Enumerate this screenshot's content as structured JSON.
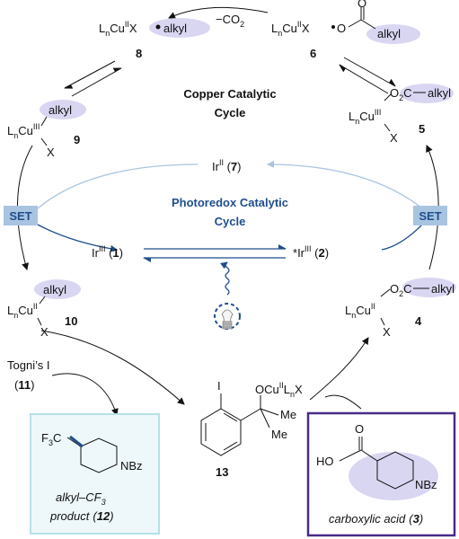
{
  "copper_cycle": {
    "title_line1": "Copper Catalytic",
    "title_line2": "Cycle"
  },
  "photoredox_cycle": {
    "title_line1": "Photoredox Catalytic",
    "title_line2": "Cycle"
  },
  "set_left": "SET",
  "set_right": "SET",
  "co2_loss": "−CO",
  "co2_loss_sub": "2",
  "compounds": {
    "c8": {
      "main": "L",
      "sub_n": "n",
      "cu": "Cu",
      "ox": "II",
      "x": "X",
      "radical": "alkyl",
      "number": "8"
    },
    "c6": {
      "main": "L",
      "sub_n": "n",
      "cu": "Cu",
      "ox": "II",
      "x": "X",
      "o": "O",
      "carbonyl_o": "O",
      "alkyl": "alkyl",
      "number": "6"
    },
    "c5": {
      "o2c": "O",
      "o2c_sub": "2",
      "c": "C",
      "alkyl": "alkyl",
      "main": "L",
      "sub_n": "n",
      "cu": "Cu",
      "ox": "III",
      "x": "X",
      "number": "5"
    },
    "c9": {
      "alkyl": "alkyl",
      "main": "L",
      "sub_n": "n",
      "cu": "Cu",
      "ox": "III",
      "x": "X",
      "number": "9"
    },
    "c7": {
      "ir": "Ir",
      "ox": "II",
      "number": "7"
    },
    "c1": {
      "ir": "Ir",
      "ox": "III",
      "number": "1"
    },
    "c2": {
      "star": "*",
      "ir": "Ir",
      "ox": "III",
      "number": "2"
    },
    "c10": {
      "alkyl": "alkyl",
      "main": "L",
      "sub_n": "n",
      "cu": "Cu",
      "ox": "II",
      "x": "X",
      "number": "10"
    },
    "c4": {
      "o2c": "O",
      "o2c_sub": "2",
      "c": "C",
      "alkyl": "alkyl",
      "main": "L",
      "sub_n": "n",
      "cu": "Cu",
      "ox": "II",
      "x": "X",
      "number": "4"
    },
    "c13": {
      "i": "I",
      "o": "O",
      "cu": "Cu",
      "ox": "II",
      "ln": "L",
      "sub_n": "n",
      "x": "X",
      "me1": "Me",
      "me2": "Me",
      "number": "13"
    },
    "togni": {
      "name": "Togni’s I",
      "number": "11"
    }
  },
  "product_box": {
    "f3c": "F",
    "f3c_sub": "3",
    "f3c_c": "C",
    "nbz": "NBz",
    "caption_line1": "alkyl–CF",
    "caption_sub": "3",
    "caption_line2": "product",
    "number": "12"
  },
  "acid_box": {
    "o": "O",
    "ho": "HO",
    "nbz": "NBz",
    "caption": "carboxylic acid",
    "number": "3"
  },
  "colors": {
    "blue": "#1f4e8c",
    "light_blue": "#a9c4e0",
    "lavender": "#d9d6f2",
    "purple": "#4a2a8a",
    "box_teal": "#b6e0e6",
    "box_teal_fill": "#eef8fa"
  }
}
